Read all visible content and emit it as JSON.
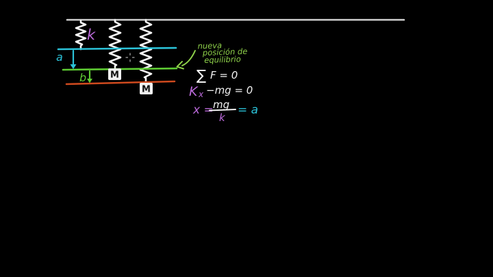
{
  "colors": {
    "background": "#000000",
    "ceiling_line": "#cfcfcf",
    "spring_white": "#f5f5f5",
    "cyan": "#2bc2d8",
    "green_line": "#5ecb33",
    "green_text": "#8ed04a",
    "orange": "#cf4a1e",
    "magenta": "#bb6ada",
    "white_text": "#f2f2f2",
    "mass_box_fill": "#f2f2f2",
    "mass_box_text": "#111111",
    "cursor_gray": "#8a8a8a"
  },
  "diagram": {
    "spring_constant_label": "k",
    "mass1_label": "M",
    "mass2_label": "M",
    "displacement_a_label": "a",
    "displacement_b_label": "b"
  },
  "note": {
    "line1": "nueva",
    "line2": "posición de",
    "line3": "equilibrio"
  },
  "equations": {
    "sum_forces": {
      "sigma": "∑",
      "rest": "F = 0"
    },
    "force_balance": {
      "k": "K",
      "x_sub": "x",
      "rest": "−mg = 0"
    },
    "solve_x": {
      "lhs": "x =",
      "numerator": "mg",
      "denominator": "k",
      "result": "= a"
    }
  }
}
